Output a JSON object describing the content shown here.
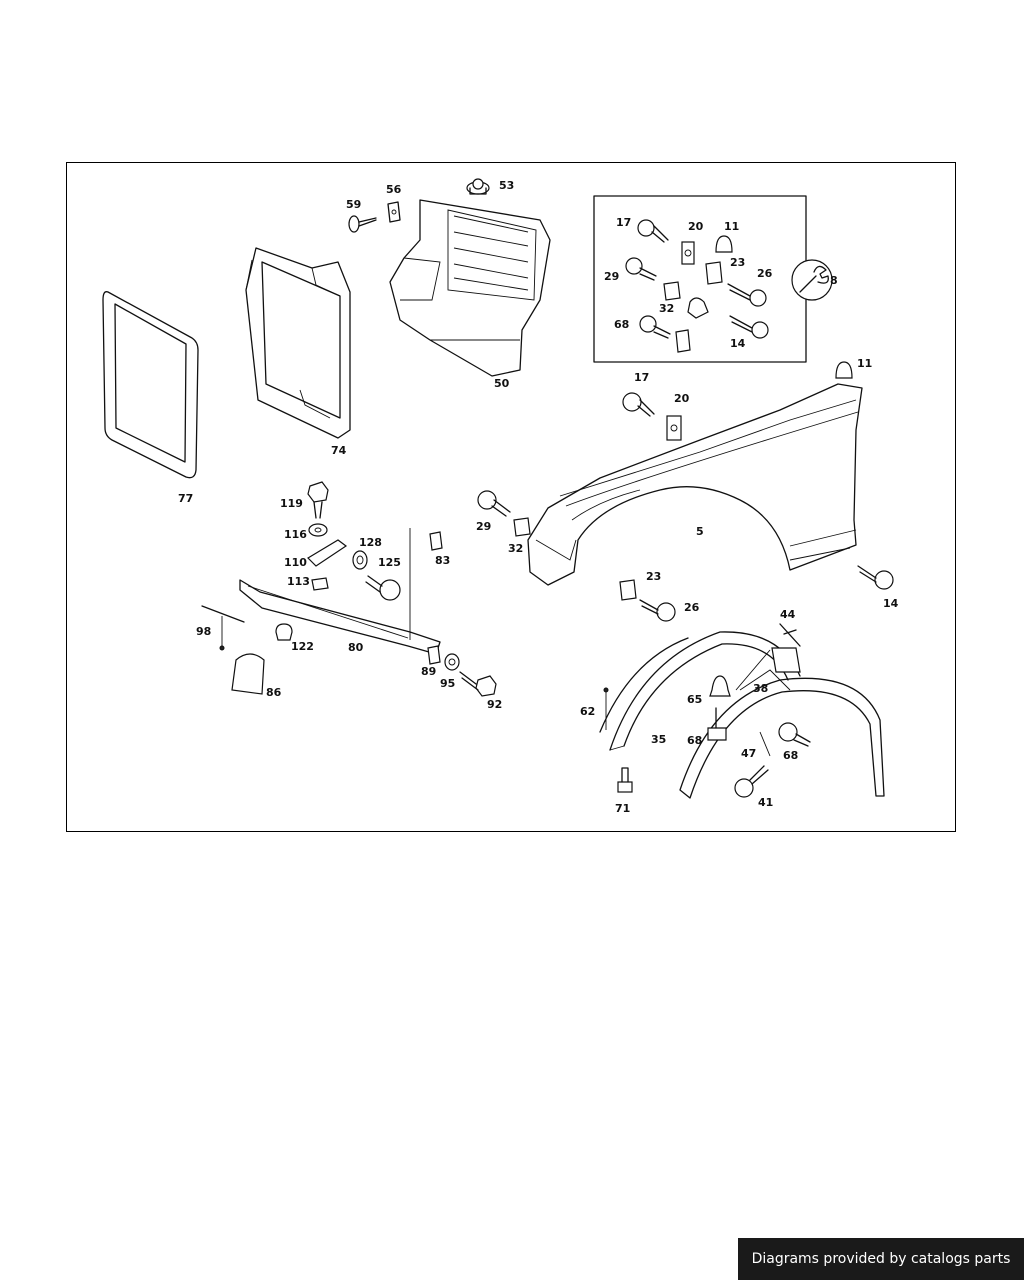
{
  "labels": {
    "p77": "77",
    "p74": "74",
    "p59": "59",
    "p56": "56",
    "p53": "53",
    "p50": "50",
    "box17": "17",
    "box20": "20",
    "box11": "11",
    "box29": "29",
    "box23": "23",
    "box26": "26",
    "box8": "8",
    "box32": "32",
    "box68": "68",
    "box14": "14",
    "p11": "11",
    "p17": "17",
    "p20": "20",
    "p29": "29",
    "p32": "32",
    "p5": "5",
    "p14": "14",
    "p23": "23",
    "p26": "26",
    "p119": "119",
    "p116": "116",
    "p128": "128",
    "p110": "110",
    "p125": "125",
    "p113": "113",
    "p83": "83",
    "p98": "98",
    "p122": "122",
    "p80": "80",
    "p89": "89",
    "p95": "95",
    "p86": "86",
    "p92": "92",
    "p44": "44",
    "p65": "65",
    "p38": "38",
    "p62": "62",
    "p35": "35",
    "p68a": "68",
    "p47": "47",
    "p68b": "68",
    "p71": "71",
    "p41": "41"
  },
  "footer": {
    "text": "Diagrams provided by catalogs parts"
  }
}
